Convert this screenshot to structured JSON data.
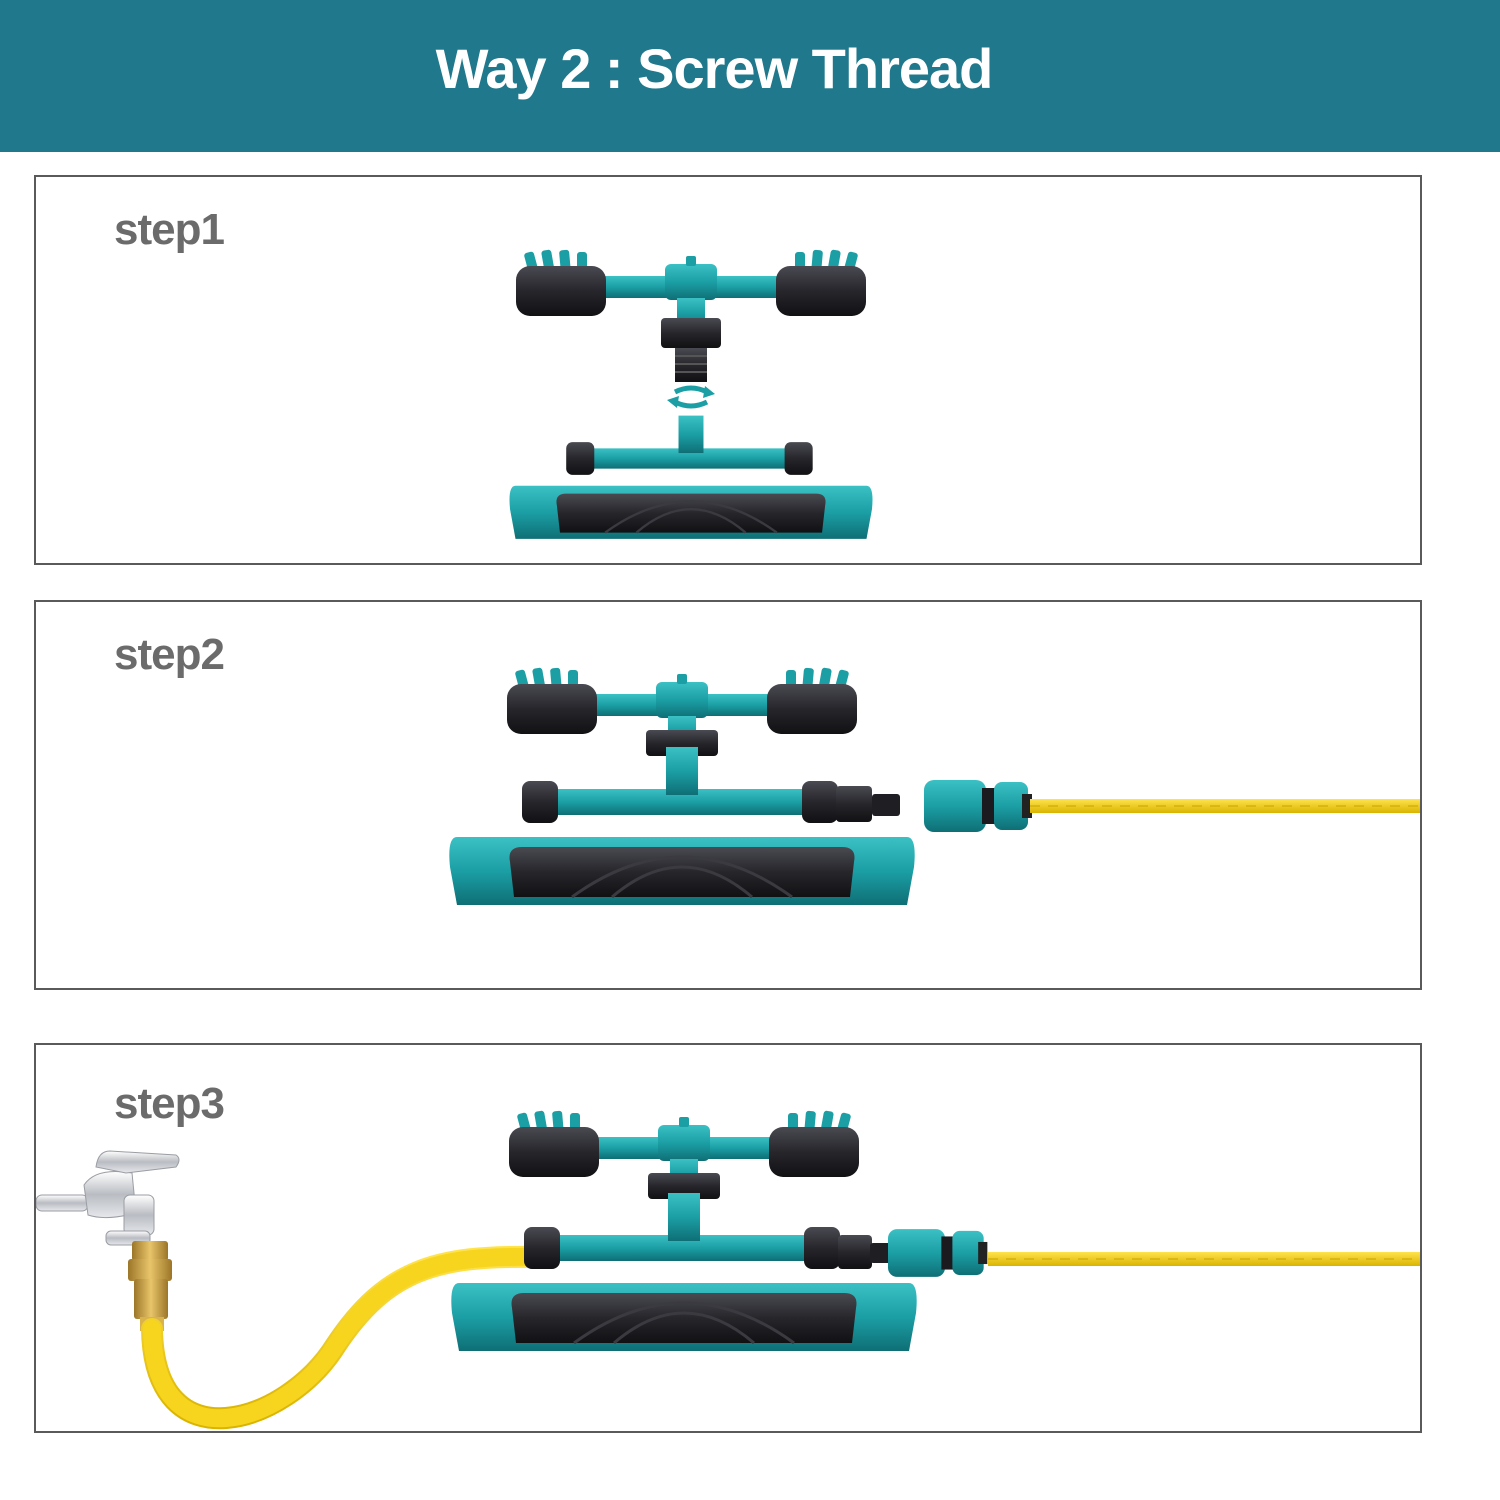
{
  "header": {
    "title": "Way 2 : Screw Thread"
  },
  "steps": [
    {
      "label": "step1"
    },
    {
      "label": "step2"
    },
    {
      "label": "step3"
    }
  ],
  "colors": {
    "banner": "#1f788b",
    "teal": "#1b9fa5",
    "dark": "#2a2a2e",
    "hose": "#f2cf12",
    "brass": "#c9a24a",
    "border": "#5a5a5a",
    "label": "#6b6b6b"
  }
}
